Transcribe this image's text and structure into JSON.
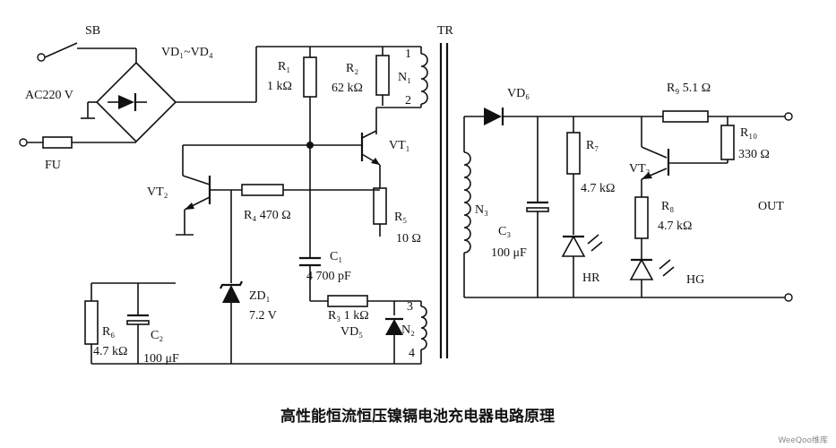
{
  "diagram": {
    "title": "高性能恒流恒压镍镉电池充电器电路原理",
    "watermark": "WeeQoo维库",
    "labels": {
      "sb": "SB",
      "ac": "AC220 V",
      "fu": "FU",
      "vd14": "VD₁~VD₄",
      "tr": "TR",
      "r1_name": "R₁",
      "r1_val": "1 kΩ",
      "r2_name": "R₂",
      "r2_val": "62 kΩ",
      "n1": "N₁",
      "n1_p1": "1",
      "n1_p2": "2",
      "vt1": "VT₁",
      "vt2": "VT₂",
      "r4": "R₄  470 Ω",
      "r5_name": "R₅",
      "r5_val": "10 Ω",
      "c1_name": "C₁",
      "c1_val": "4 700 pF",
      "zd1_name": "ZD₁",
      "zd1_val": "7.2 V",
      "r3": "R₃  1 kΩ",
      "vd5": "VD₅",
      "n2": "N₂",
      "n2_p3": "3",
      "n2_p4": "4",
      "r6_name": "R₆",
      "r6_val": "4.7 kΩ",
      "c2_name": "C₂",
      "c2_val": "100 μF",
      "vd6": "VD₆",
      "n3": "N₃",
      "c3_name": "C₃",
      "c3_val": "100 μF",
      "r7_name": "R₇",
      "r7_val": "4.7 kΩ",
      "hr": "HR",
      "vt3": "VT₃",
      "r8_name": "R₈",
      "r8_val": "4.7 kΩ",
      "hg": "HG",
      "r9": "R₉  5.1 Ω",
      "r10_name": "R₁₀",
      "r10_val": "330 Ω",
      "out": "OUT"
    }
  }
}
